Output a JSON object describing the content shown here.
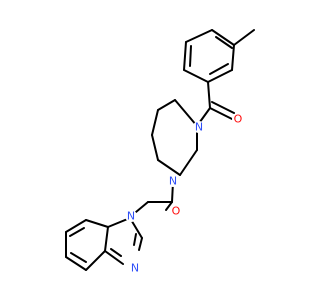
{
  "molecule": {
    "atoms": [
      {
        "id": "O1",
        "symbol": "O",
        "color": "#ff0d0d"
      },
      {
        "id": "N1",
        "symbol": "N",
        "color": "#3050f8"
      },
      {
        "id": "O2",
        "symbol": "O",
        "color": "#ff0d0d"
      },
      {
        "id": "N2",
        "symbol": "N",
        "color": "#3050f8"
      },
      {
        "id": "N3",
        "symbol": "N",
        "color": "#3050f8"
      },
      {
        "id": "N4",
        "symbol": "N",
        "color": "#3050f8"
      }
    ],
    "bond_color": "#000000"
  }
}
